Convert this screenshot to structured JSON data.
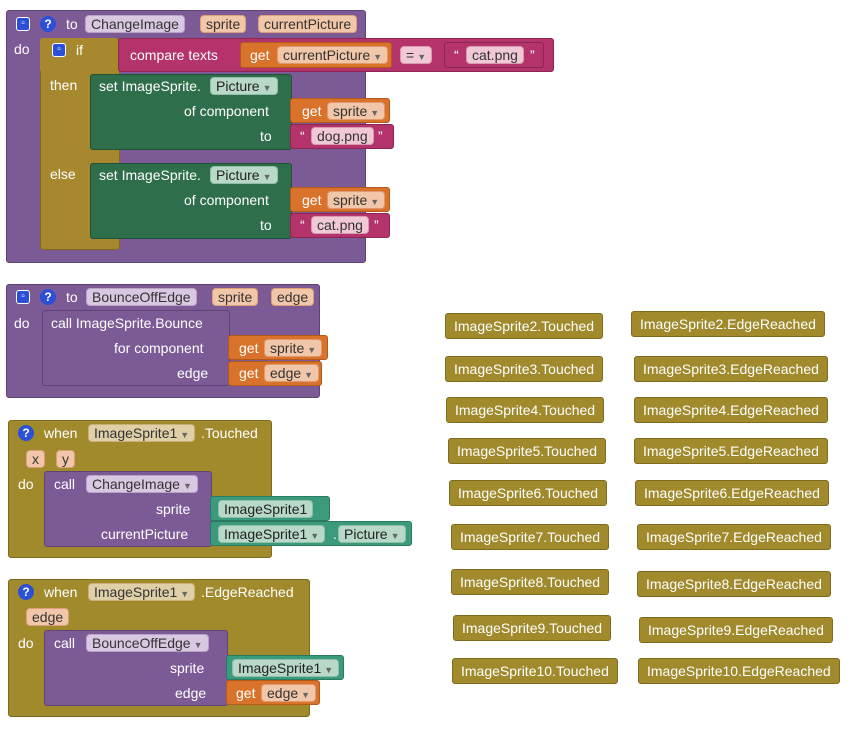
{
  "proc1": {
    "to": "to",
    "name": "ChangeImage",
    "param1": "sprite",
    "param2": "currentPicture",
    "do": "do",
    "if": "if",
    "then": "then",
    "else": "else",
    "compare": "compare texts",
    "get": "get",
    "getvar": "currentPicture",
    "eq": "=",
    "q1": "“",
    "q2": "”",
    "lit_cat": "cat.png",
    "lit_dog": "dog.png",
    "set": "set ImageSprite.",
    "prop": "Picture",
    "of_comp": "of component",
    "to_lbl": "to",
    "sprite": "sprite"
  },
  "proc2": {
    "to": "to",
    "name": "BounceOffEdge",
    "param1": "sprite",
    "param2": "edge",
    "do": "do",
    "call": "call ImageSprite.Bounce",
    "for_comp": "for component",
    "edge_lbl": "edge",
    "get": "get",
    "sprite": "sprite",
    "edge": "edge"
  },
  "evt1": {
    "when": "when",
    "comp": "ImageSprite1",
    "event": ".Touched",
    "x": "x",
    "y": "y",
    "do": "do",
    "call": "call",
    "proc": "ChangeImage",
    "sprite_lbl": "sprite",
    "cp_lbl": "currentPicture",
    "comp1": "ImageSprite1",
    "comp2": "ImageSprite1",
    "dot": ".",
    "prop": "Picture"
  },
  "evt2": {
    "when": "when",
    "comp": "ImageSprite1",
    "event": ".EdgeReached",
    "edge": "edge",
    "do": "do",
    "call": "call",
    "proc": "BounceOffEdge",
    "sprite_lbl": "sprite",
    "edge_lbl": "edge",
    "comp1": "ImageSprite1",
    "get": "get",
    "getvar": "edge"
  },
  "ghosts_touched": [
    "ImageSprite2.Touched",
    "ImageSprite3.Touched",
    "ImageSprite4.Touched",
    "ImageSprite5.Touched",
    "ImageSprite6.Touched",
    "ImageSprite7.Touched",
    "ImageSprite8.Touched",
    "ImageSprite9.Touched",
    "ImageSprite10.Touched"
  ],
  "ghosts_edge": [
    "ImageSprite2.EdgeReached",
    "ImageSprite3.EdgeReached",
    "ImageSprite4.EdgeReached",
    "ImageSprite5.EdgeReached",
    "ImageSprite6.EdgeReached",
    "ImageSprite7.EdgeReached",
    "ImageSprite8.EdgeReached",
    "ImageSprite9.EdgeReached",
    "ImageSprite10.EdgeReached"
  ]
}
